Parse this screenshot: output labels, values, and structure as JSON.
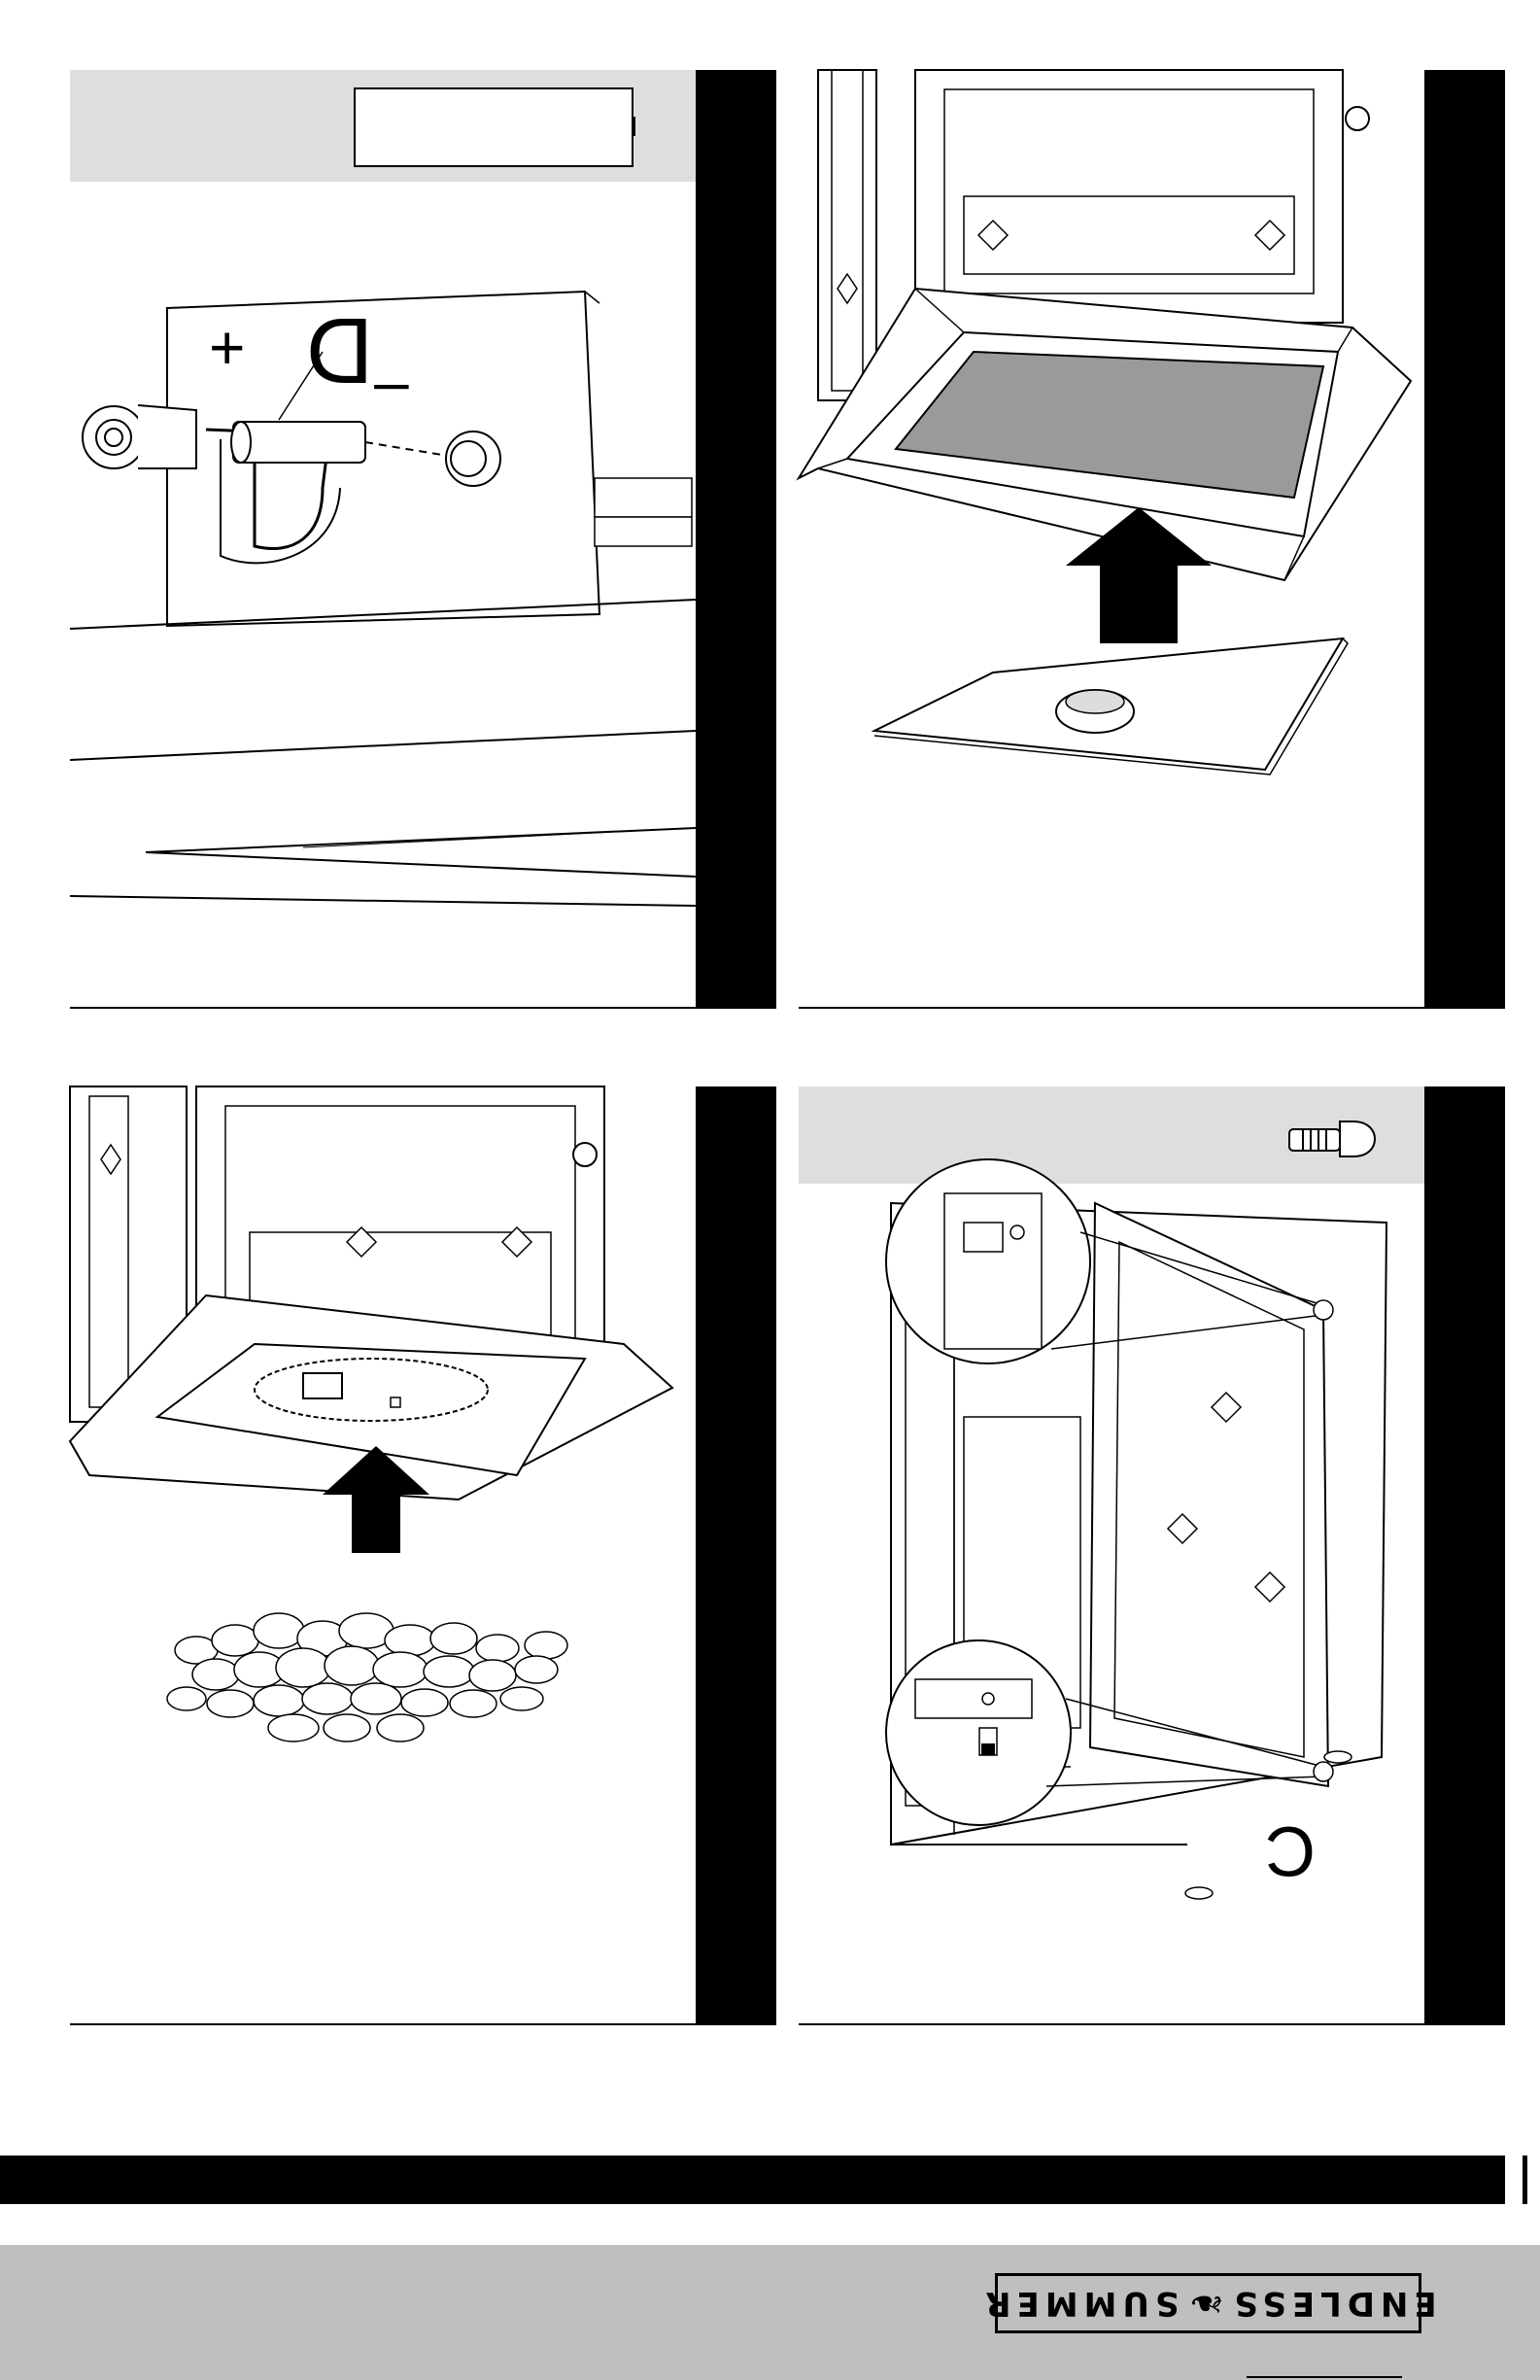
{
  "panels": {
    "battery": {
      "part_label": "D",
      "plus_sign": "+",
      "minus_sign": "–"
    },
    "glass_cover": {},
    "lava_rocks": {},
    "door_hinge": {
      "part_label": "C"
    }
  },
  "footer": {
    "brand_left": "ENDLESS",
    "brand_right": "SUMMER",
    "brand_mark": "flame-mark-icon"
  },
  "colors": {
    "stripe": "#000000",
    "header_gray": "#dedede",
    "footer_gray": "#bfbfbf"
  }
}
